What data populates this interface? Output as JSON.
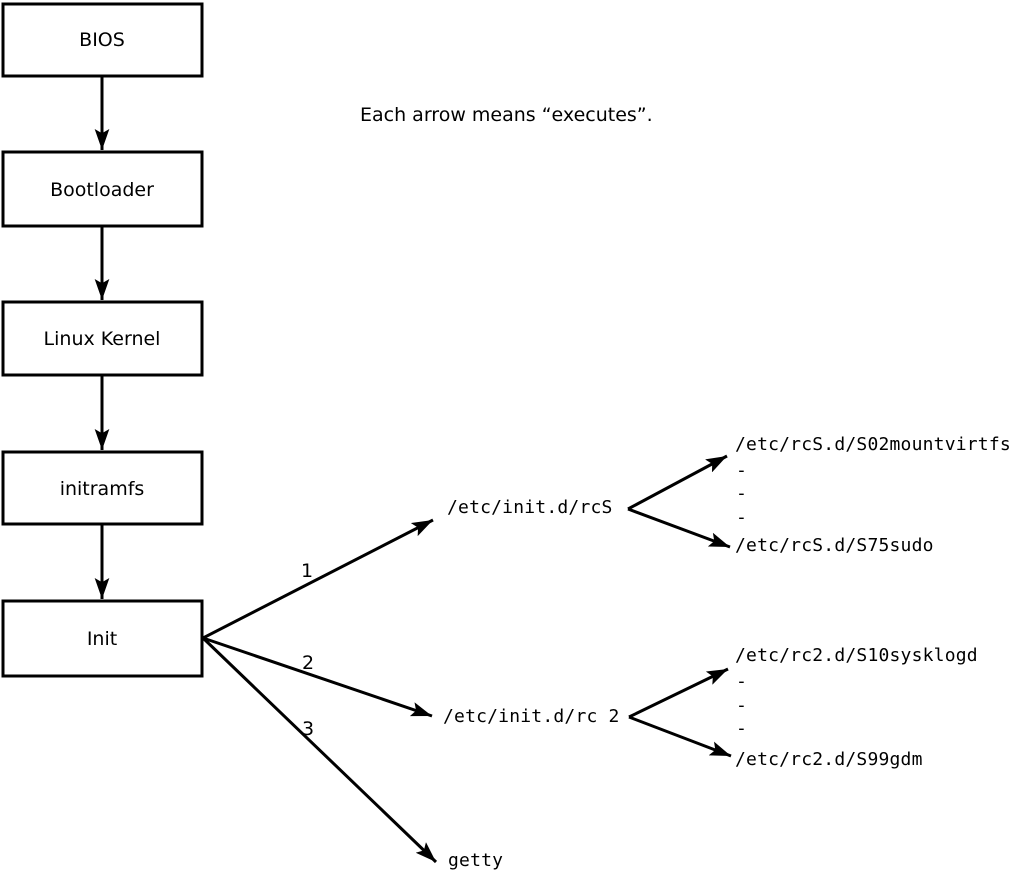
{
  "note": "Each arrow means “executes”.",
  "chain": [
    {
      "label": "BIOS"
    },
    {
      "label": "Bootloader"
    },
    {
      "label": "Linux Kernel"
    },
    {
      "label": "initramfs"
    },
    {
      "label": "Init"
    }
  ],
  "branches": [
    {
      "number": "1",
      "target": "/etc/init.d/rcS"
    },
    {
      "number": "2",
      "target": "/etc/init.d/rc 2"
    },
    {
      "number": "3",
      "target": "getty"
    }
  ],
  "rcs_children": {
    "first": "/etc/rcS.d/S02mountvirtfs",
    "dashes": [
      "-",
      "-",
      "-"
    ],
    "last": "/etc/rcS.d/S75sudo"
  },
  "rc2_children": {
    "first": "/etc/rc2.d/S10sysklogd",
    "dashes": [
      "-",
      "-",
      "-"
    ],
    "last": "/etc/rc2.d/S99gdm"
  },
  "colors": {
    "ink": "#000000",
    "background": "#ffffff"
  }
}
